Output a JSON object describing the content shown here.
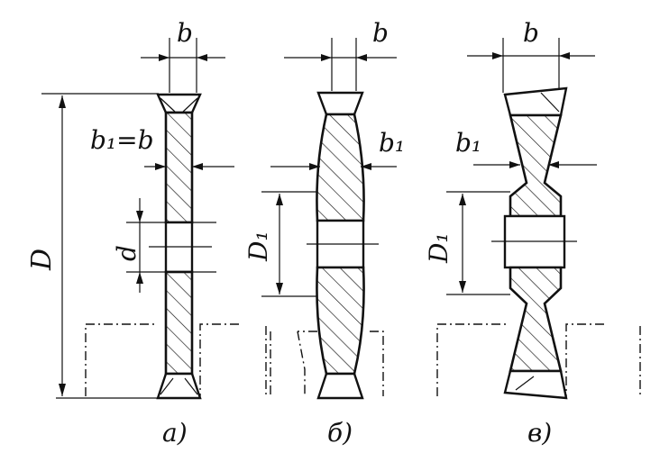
{
  "figures": [
    {
      "id": "a",
      "caption": "a)",
      "labels": {
        "b": "b",
        "b1_eq_b": "b₁=b",
        "D": "D",
        "d": "d"
      }
    },
    {
      "id": "b",
      "caption": "б)",
      "labels": {
        "b": "b",
        "b1": "b₁",
        "D1": "D₁"
      }
    },
    {
      "id": "c",
      "caption": "в)",
      "labels": {
        "b": "b",
        "b1": "b₁",
        "D1": "D₁"
      }
    }
  ]
}
